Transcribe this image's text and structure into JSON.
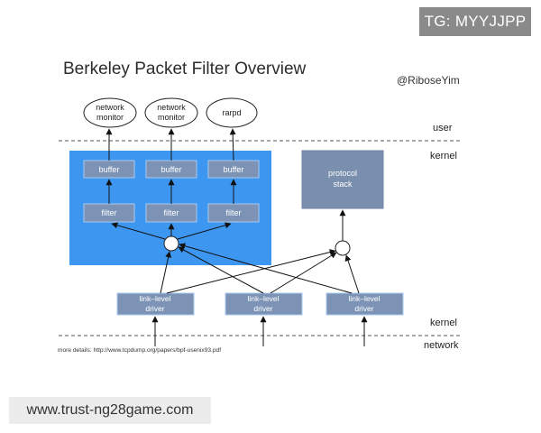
{
  "badge": "TG: MYYJJPP",
  "title": "Berkeley Packet Filter Overview",
  "author": "@RiboseYim",
  "layers": {
    "user": "user",
    "kernel_top": "kernel",
    "kernel_bottom": "kernel",
    "network": "network"
  },
  "apps": [
    {
      "line1": "network",
      "line2": "monitor"
    },
    {
      "line1": "network",
      "line2": "monitor"
    },
    {
      "line1": "rarpd",
      "line2": ""
    }
  ],
  "buffers": [
    "buffer",
    "buffer",
    "buffer"
  ],
  "filters": [
    "filter",
    "filter",
    "filter"
  ],
  "protocol_stack": {
    "line1": "protocol",
    "line2": "stack"
  },
  "drivers": [
    {
      "line1": "link–level",
      "line2": "driver"
    },
    {
      "line1": "link–level",
      "line2": "driver"
    },
    {
      "line1": "link–level",
      "line2": "driver"
    }
  ],
  "more_details": "more details: http://www.tcpdump.org/papers/bpf-usenix93.pdf",
  "watermark": "www.trust-ng28game.com",
  "colors": {
    "bpf_area": "#3d97f0",
    "box": "#7d93b5",
    "box_border": "#8fb6e8",
    "protocol_box": "#7a8fae"
  }
}
